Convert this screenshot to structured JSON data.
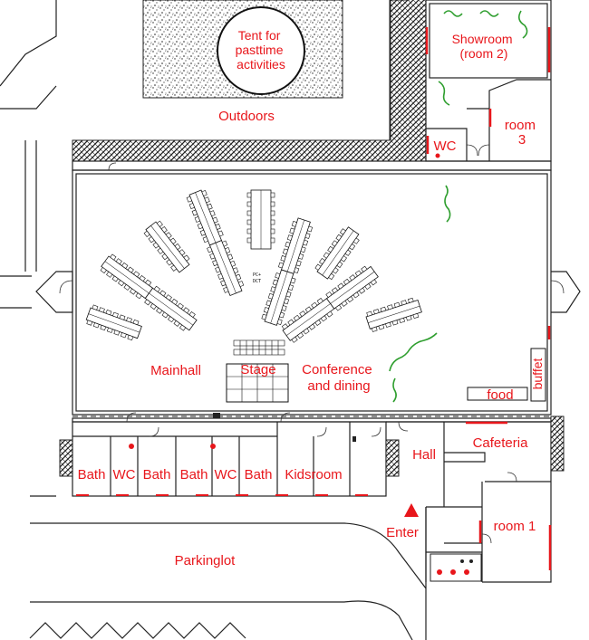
{
  "labels": {
    "tent": [
      "Tent for",
      "pasttime",
      "activities"
    ],
    "outdoors": "Outdoors",
    "showroom": [
      "Showroom",
      "(room 2)"
    ],
    "room3": [
      "room",
      "3"
    ],
    "wc_top": "WC",
    "mainhall": "Mainhall",
    "stage": "Stage",
    "conference": [
      "Conference",
      "and dining"
    ],
    "food": "food",
    "buffet": "buffet",
    "bath1": "Bath",
    "wc1": "WC",
    "bath2": "Bath",
    "bath3": "Bath",
    "wc2": "WC",
    "bath4": "Bath",
    "kidsroom": "Kidsroom",
    "hall": "Hall",
    "cafeteria": "Cafeteria",
    "room1": "room 1",
    "enter": "Enter",
    "parkinglot": "Parkinglot"
  },
  "colors": {
    "label": "#e8161b",
    "wall": "#222222",
    "plant": "#2e9e2e",
    "entrance_marker": "#e8161b"
  },
  "icons": {
    "entrance": "up-triangle"
  }
}
